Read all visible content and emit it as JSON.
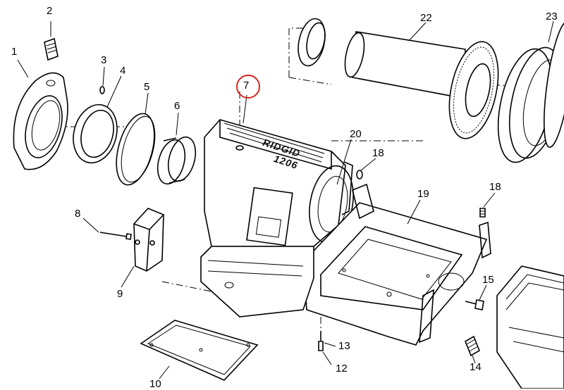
{
  "diagram": {
    "parts": [
      {
        "id": "1",
        "label": "1"
      },
      {
        "id": "2",
        "label": "2"
      },
      {
        "id": "3",
        "label": "3"
      },
      {
        "id": "4",
        "label": "4"
      },
      {
        "id": "5",
        "label": "5"
      },
      {
        "id": "6",
        "label": "6"
      },
      {
        "id": "7",
        "label": "7"
      },
      {
        "id": "8",
        "label": "8"
      },
      {
        "id": "9",
        "label": "9"
      },
      {
        "id": "10",
        "label": "10"
      },
      {
        "id": "12",
        "label": "12"
      },
      {
        "id": "13",
        "label": "13"
      },
      {
        "id": "14",
        "label": "14"
      },
      {
        "id": "15",
        "label": "15"
      },
      {
        "id": "18a",
        "label": "18"
      },
      {
        "id": "18b",
        "label": "18"
      },
      {
        "id": "19",
        "label": "19"
      },
      {
        "id": "20",
        "label": "20"
      },
      {
        "id": "22",
        "label": "22"
      },
      {
        "id": "23",
        "label": "23"
      }
    ],
    "highlighted_part": "7",
    "highlight_color": "#d9261c",
    "brand_text": "RIDGID",
    "model_text": "1206"
  }
}
